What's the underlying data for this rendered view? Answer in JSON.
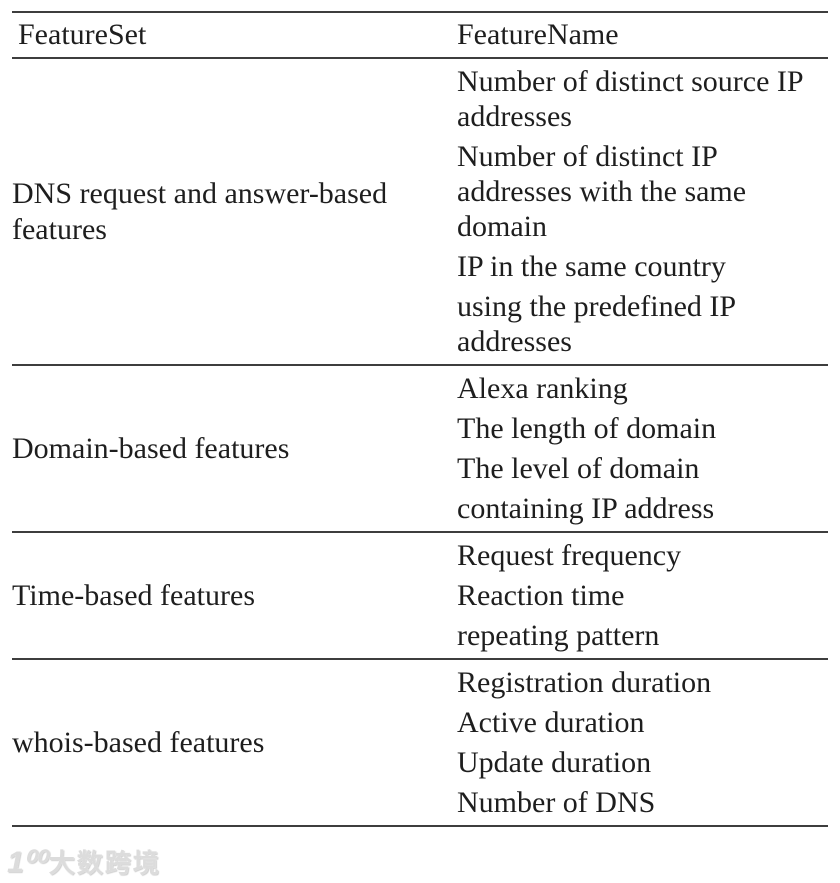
{
  "watermark": {
    "logo": "1⁰⁰",
    "text": "大数跨境"
  },
  "colors": {
    "rule": "#3e3e3e",
    "text": "#1e1e1e",
    "watermark": "#dcdcdc",
    "background": "#ffffff"
  },
  "table": {
    "headers": [
      "FeatureSet",
      "FeatureName"
    ],
    "rows": [
      {
        "set": "DNS request and answer-based features",
        "names": [
          "Number of distinct source IP addresses",
          "Number of distinct IP addresses with the same domain",
          "IP in the same country",
          "using the predefined IP addresses"
        ]
      },
      {
        "set": "Domain-based features",
        "names": [
          "Alexa ranking",
          "The length of domain",
          "The level of domain",
          "containing IP address"
        ]
      },
      {
        "set": "Time-based features",
        "names": [
          "Request frequency",
          "Reaction time",
          "repeating pattern"
        ]
      },
      {
        "set": "whois-based features",
        "names": [
          "Registration duration",
          "Active duration",
          "Update duration",
          "Number of DNS"
        ]
      }
    ]
  }
}
